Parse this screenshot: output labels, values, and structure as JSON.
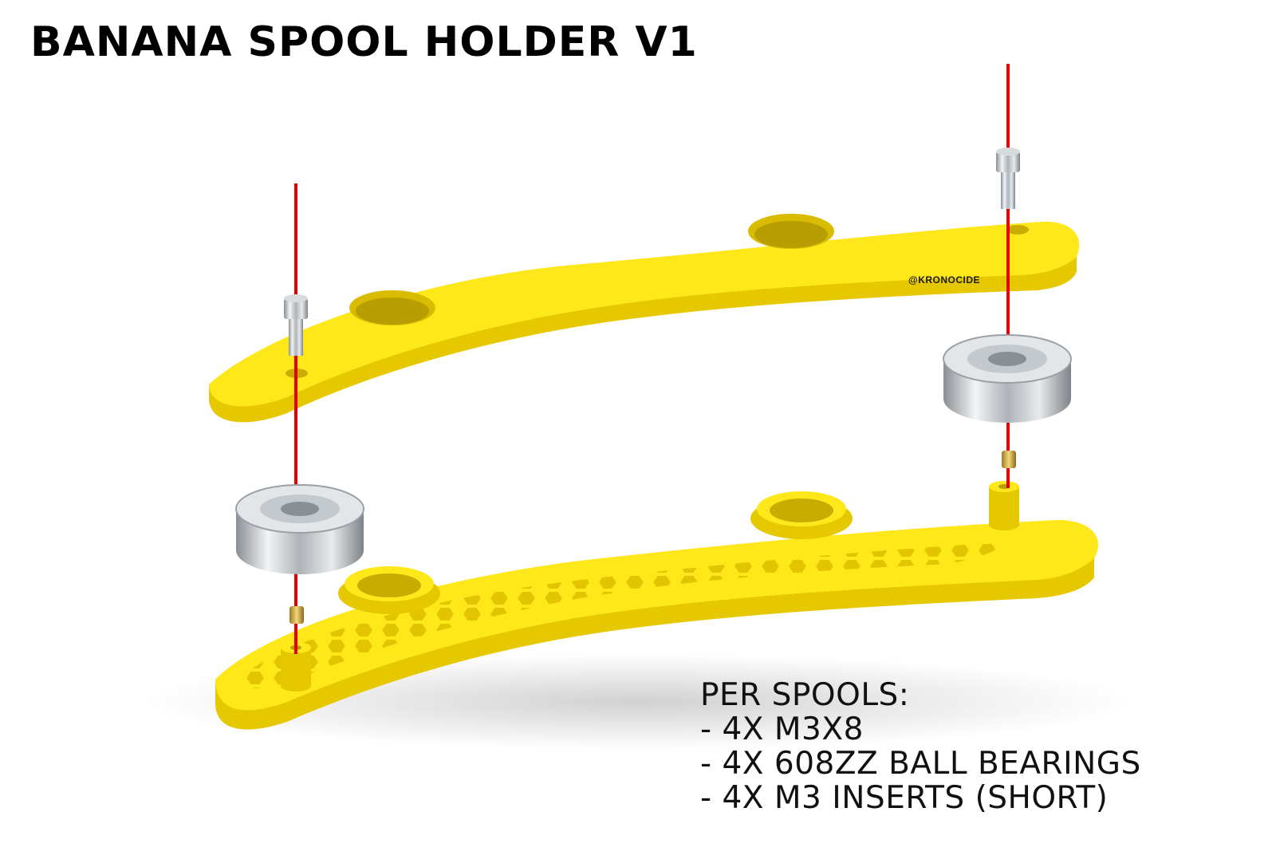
{
  "title": "BANANA SPOOL HOLDER V1",
  "watermark": "@KRONOCIDE",
  "parts": {
    "heading": "PER SPOOLS:",
    "items": [
      "- 4X M3X8",
      "- 4X 608ZZ BALL BEARINGS",
      "- 4X M3 INSERTS (SHORT)"
    ]
  },
  "colors": {
    "part_yellow": "#FFE81A",
    "part_shade": "#E6C800",
    "axis_red": "#E60000",
    "metal": "#BFC3C7"
  }
}
